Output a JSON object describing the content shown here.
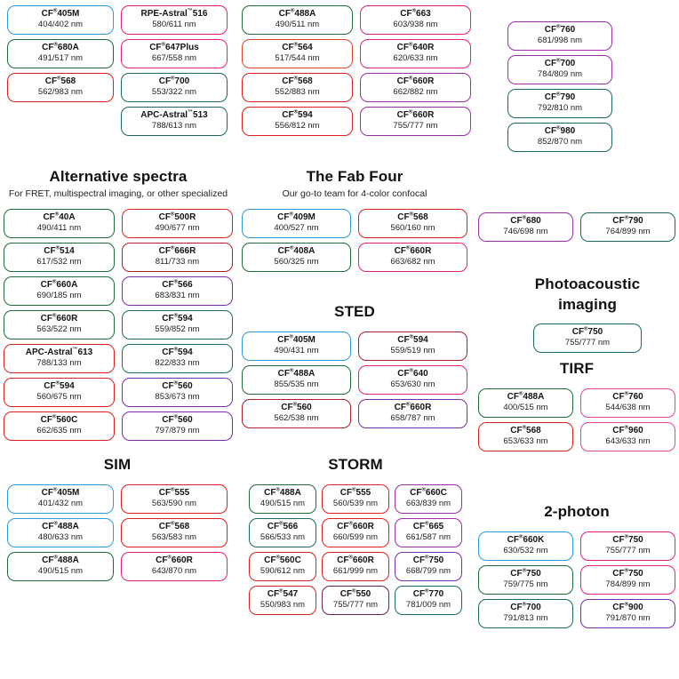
{
  "colors": {
    "blue": "#2e9bd6",
    "green": "#1f6b3b",
    "teal": "#1d6a63",
    "red": "#e02020",
    "orange_red": "#e2442a",
    "magenta": "#e81f76",
    "pink": "#e8449a",
    "purple": "#9b2fa8",
    "violet": "#7a2fa8",
    "dark_red": "#a81f2a",
    "dark_purple": "#6b2350"
  },
  "sections": [
    {
      "id": "top-left",
      "title": "",
      "subtitle": "",
      "columns": 2,
      "items": [
        {
          "name": "CF",
          "sup": "®",
          "suffix": "405M",
          "spectra": "404/402 nm",
          "color": "blue"
        },
        {
          "name": "RPE-Astral",
          "sup": "™",
          "suffix": "516",
          "spectra": "580/611 nm",
          "color": "magenta"
        },
        {
          "name": "CF",
          "sup": "®",
          "suffix": "680A",
          "spectra": "491/517 nm",
          "color": "green"
        },
        {
          "name": "CF",
          "sup": "®",
          "suffix": "647Plus",
          "spectra": "667/558 nm",
          "color": "magenta"
        },
        {
          "name": "CF",
          "sup": "®",
          "suffix": "568",
          "spectra": "562/983 nm",
          "color": "red"
        },
        {
          "name": "CF",
          "sup": "®",
          "suffix": "700",
          "spectra": "553/322 nm",
          "color": "teal"
        },
        null,
        {
          "name": "APC-Astral",
          "sup": "™",
          "suffix": "513",
          "spectra": "788/613 nm",
          "color": "teal"
        }
      ]
    },
    {
      "id": "top-mid",
      "title": "",
      "subtitle": "",
      "columns": 2,
      "items": [
        {
          "name": "CF",
          "sup": "®",
          "suffix": "488A",
          "spectra": "490/511 nm",
          "color": "green"
        },
        {
          "name": "CF",
          "sup": "®",
          "suffix": "663",
          "spectra": "603/938 nm",
          "color": "magenta"
        },
        {
          "name": "CF",
          "sup": "®",
          "suffix": "564",
          "spectra": "517/544 nm",
          "color": "orange_red"
        },
        {
          "name": "CF",
          "sup": "®",
          "suffix": "640R",
          "spectra": "620/633 nm",
          "color": "magenta"
        },
        {
          "name": "CF",
          "sup": "®",
          "suffix": "568",
          "spectra": "552/883 nm",
          "color": "red"
        },
        {
          "name": "CF",
          "sup": "®",
          "suffix": "660R",
          "spectra": "662/882 nm",
          "color": "purple"
        },
        {
          "name": "CF",
          "sup": "®",
          "suffix": "594",
          "spectra": "556/812 nm",
          "color": "red"
        },
        {
          "name": "CF",
          "sup": "®",
          "suffix": "660R",
          "spectra": "755/777 nm",
          "color": "purple"
        }
      ]
    },
    {
      "id": "top-right",
      "title": "",
      "subtitle": "",
      "columns": 1,
      "items": [
        {
          "name": "CF",
          "sup": "®",
          "suffix": "760",
          "spectra": "681/998 nm",
          "color": "purple"
        },
        {
          "name": "CF",
          "sup": "®",
          "suffix": "700",
          "spectra": "784/809 nm",
          "color": "purple"
        },
        {
          "name": "CF",
          "sup": "®",
          "suffix": "790",
          "spectra": "792/810 nm",
          "color": "teal"
        },
        {
          "name": "CF",
          "sup": "®",
          "suffix": "980",
          "spectra": "852/870 nm",
          "color": "teal"
        }
      ]
    },
    {
      "id": "alternative-spectra",
      "title": "Alternative spectra",
      "subtitle": "For FRET, multispectral imaging, or other specialized",
      "columns": 2,
      "items": [
        {
          "name": "CF",
          "sup": "®",
          "suffix": "40A",
          "spectra": "490/411 nm",
          "color": "green"
        },
        {
          "name": "CF",
          "sup": "®",
          "suffix": "500R",
          "spectra": "490/677 nm",
          "color": "red"
        },
        {
          "name": "CF",
          "sup": "®",
          "suffix": "514",
          "spectra": "617/532 nm",
          "color": "green"
        },
        {
          "name": "CF",
          "sup": "®",
          "suffix": "666R",
          "spectra": "811/733 nm",
          "color": "dark_red"
        },
        {
          "name": "CF",
          "sup": "®",
          "suffix": "660A",
          "spectra": "690/185 nm",
          "color": "green"
        },
        {
          "name": "CF",
          "sup": "®",
          "suffix": "566",
          "spectra": "683/831 nm",
          "color": "violet"
        },
        {
          "name": "CF",
          "sup": "®",
          "suffix": "660R",
          "spectra": "563/522 nm",
          "color": "green"
        },
        {
          "name": "CF",
          "sup": "®",
          "suffix": "594",
          "spectra": "559/852 nm",
          "color": "teal"
        },
        {
          "name": "APC-Astral",
          "sup": "™",
          "suffix": "613",
          "spectra": "788/133 nm",
          "color": "red"
        },
        {
          "name": "CF",
          "sup": "®",
          "suffix": "594",
          "spectra": "822/833 nm",
          "color": "teal"
        },
        {
          "name": "CF",
          "sup": "®",
          "suffix": "594",
          "spectra": "560/675 nm",
          "color": "red"
        },
        {
          "name": "CF",
          "sup": "®",
          "suffix": "560",
          "spectra": "853/673 nm",
          "color": "violet"
        },
        {
          "name": "CF",
          "sup": "®",
          "suffix": "560C",
          "spectra": "662/635 nm",
          "color": "red"
        },
        {
          "name": "CF",
          "sup": "®",
          "suffix": "560",
          "spectra": "797/879 nm",
          "color": "violet"
        }
      ]
    },
    {
      "id": "fab-four",
      "title": "The Fab Four",
      "subtitle": "Our go-to team for 4-color confocal",
      "columns": 2,
      "items": [
        {
          "name": "CF",
          "sup": "®",
          "suffix": "409M",
          "spectra": "400/527 nm",
          "color": "blue"
        },
        {
          "name": "CF",
          "sup": "®",
          "suffix": "568",
          "spectra": "560/160 nm",
          "color": "red"
        },
        {
          "name": "CF",
          "sup": "®",
          "suffix": "408A",
          "spectra": "560/325 nm",
          "color": "green"
        },
        {
          "name": "CF",
          "sup": "®",
          "suffix": "660R",
          "spectra": "663/682 nm",
          "color": "magenta"
        }
      ]
    },
    {
      "id": "sted",
      "title": "STED",
      "subtitle": "",
      "columns": 2,
      "items": [
        {
          "name": "CF",
          "sup": "®",
          "suffix": "405M",
          "spectra": "490/431 nm",
          "color": "blue"
        },
        {
          "name": "CF",
          "sup": "®",
          "suffix": "594",
          "spectra": "559/519 nm",
          "color": "dark_red"
        },
        {
          "name": "CF",
          "sup": "®",
          "suffix": "488A",
          "spectra": "855/535 nm",
          "color": "green"
        },
        {
          "name": "CF",
          "sup": "®",
          "suffix": "640",
          "spectra": "653/630 nm",
          "color": "magenta"
        },
        {
          "name": "CF",
          "sup": "®",
          "suffix": "560",
          "spectra": "562/538 nm",
          "color": "dark_red"
        },
        {
          "name": "CF",
          "sup": "®",
          "suffix": "660R",
          "spectra": "658/787 nm",
          "color": "violet"
        }
      ]
    },
    {
      "id": "mid-right-pair",
      "title": "",
      "subtitle": "",
      "columns": 2,
      "items": [
        {
          "name": "CF",
          "sup": "®",
          "suffix": "680",
          "spectra": "746/698 nm",
          "color": "purple"
        },
        {
          "name": "CF",
          "sup": "®",
          "suffix": "790",
          "spectra": "764/899 nm",
          "color": "teal"
        }
      ]
    },
    {
      "id": "photoacoustic",
      "title": "Photoacoustic imaging",
      "subtitle": "",
      "columns": 1,
      "items": [
        {
          "name": "CF",
          "sup": "®",
          "suffix": "750",
          "spectra": "755/777 nm",
          "color": "teal"
        }
      ]
    },
    {
      "id": "tirf",
      "title": "TIRF",
      "subtitle": "",
      "columns": 2,
      "items": [
        {
          "name": "CF",
          "sup": "®",
          "suffix": "488A",
          "spectra": "400/515 nm",
          "color": "green"
        },
        {
          "name": "CF",
          "sup": "®",
          "suffix": "760",
          "spectra": "544/638 nm",
          "color": "pink"
        },
        {
          "name": "CF",
          "sup": "®",
          "suffix": "568",
          "spectra": "653/633 nm",
          "color": "red"
        },
        {
          "name": "CF",
          "sup": "®",
          "suffix": "960",
          "spectra": "643/633 nm",
          "color": "pink"
        }
      ]
    },
    {
      "id": "sim",
      "title": "SIM",
      "subtitle": "",
      "columns": 2,
      "items": [
        {
          "name": "CF",
          "sup": "®",
          "suffix": "405M",
          "spectra": "401/432 nm",
          "color": "blue"
        },
        {
          "name": "CF",
          "sup": "®",
          "suffix": "555",
          "spectra": "563/590 nm",
          "color": "red"
        },
        {
          "name": "CF",
          "sup": "®",
          "suffix": "488A",
          "spectra": "480/633 nm",
          "color": "blue"
        },
        {
          "name": "CF",
          "sup": "®",
          "suffix": "568",
          "spectra": "563/583 nm",
          "color": "red"
        },
        {
          "name": "CF",
          "sup": "®",
          "suffix": "488A",
          "spectra": "490/515 nm",
          "color": "green"
        },
        {
          "name": "CF",
          "sup": "®",
          "suffix": "660R",
          "spectra": "643/870 nm",
          "color": "magenta"
        }
      ]
    },
    {
      "id": "storm",
      "title": "STORM",
      "subtitle": "",
      "columns": 3,
      "items": [
        {
          "name": "CF",
          "sup": "®",
          "suffix": "488A",
          "spectra": "490/515 nm",
          "color": "green"
        },
        {
          "name": "CF",
          "sup": "®",
          "suffix": "555",
          "spectra": "560/539 nm",
          "color": "red"
        },
        {
          "name": "CF",
          "sup": "®",
          "suffix": "660C",
          "spectra": "663/839 nm",
          "color": "purple"
        },
        {
          "name": "CF",
          "sup": "®",
          "suffix": "566",
          "spectra": "566/533 nm",
          "color": "teal"
        },
        {
          "name": "CF",
          "sup": "®",
          "suffix": "660R",
          "spectra": "660/599 nm",
          "color": "red"
        },
        {
          "name": "CF",
          "sup": "®",
          "suffix": "665",
          "spectra": "661/587 nm",
          "color": "purple"
        },
        {
          "name": "CF",
          "sup": "®",
          "suffix": "560C",
          "spectra": "590/612 nm",
          "color": "red"
        },
        {
          "name": "CF",
          "sup": "®",
          "suffix": "660R",
          "spectra": "661/999 nm",
          "color": "red"
        },
        {
          "name": "CF",
          "sup": "®",
          "suffix": "750",
          "spectra": "668/799 nm",
          "color": "violet"
        },
        {
          "name": "CF",
          "sup": "®",
          "suffix": "547",
          "spectra": "550/983 nm",
          "color": "red"
        },
        {
          "name": "CF",
          "sup": "®",
          "suffix": "550",
          "spectra": "755/777 nm",
          "color": "dark_purple"
        },
        {
          "name": "CF",
          "sup": "®",
          "suffix": "770",
          "spectra": "781/009 nm",
          "color": "teal"
        }
      ]
    },
    {
      "id": "two-photon",
      "title": "2-photon",
      "subtitle": "",
      "columns": 2,
      "items": [
        {
          "name": "CF",
          "sup": "®",
          "suffix": "660K",
          "spectra": "630/532 nm",
          "color": "blue"
        },
        {
          "name": "CF",
          "sup": "®",
          "suffix": "750",
          "spectra": "755/777 nm",
          "color": "magenta"
        },
        {
          "name": "CF",
          "sup": "®",
          "suffix": "750",
          "spectra": "759/775 nm",
          "color": "green"
        },
        {
          "name": "CF",
          "sup": "®",
          "suffix": "750",
          "spectra": "784/899 nm",
          "color": "magenta"
        },
        {
          "name": "CF",
          "sup": "®",
          "suffix": "700",
          "spectra": "791/813 nm",
          "color": "teal"
        },
        {
          "name": "CF",
          "sup": "®",
          "suffix": "900",
          "spectra": "791/870 nm",
          "color": "violet"
        }
      ]
    }
  ]
}
